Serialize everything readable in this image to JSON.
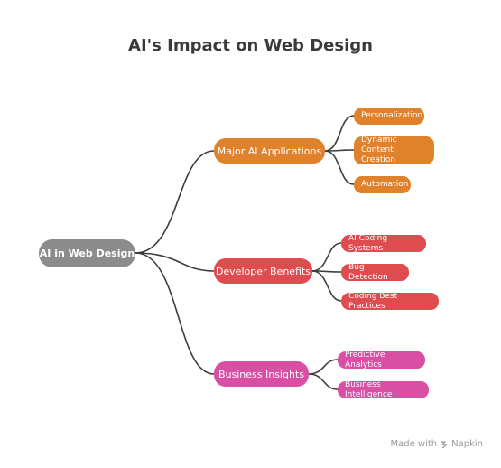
{
  "title": "AI's Impact on Web Design",
  "root": {
    "label": "AI in Web Design",
    "color": "#8c8c8c"
  },
  "branches": [
    {
      "label": "Major AI Applications",
      "color": "#e0812c",
      "children": [
        "Personalization",
        "Dynamic Content Creation",
        "Automation"
      ]
    },
    {
      "label": "Developer Benefits",
      "color": "#df4c4f",
      "children": [
        "AI Coding Systems",
        "Bug Detection",
        "Coding Best Practices"
      ]
    },
    {
      "label": "Business Insights",
      "color": "#d94fa3",
      "children": [
        "Predictive Analytics",
        "Business Intelligence"
      ]
    }
  ],
  "footer": {
    "prefix": "Made with",
    "brand": "Napkin",
    "brand_icon": "napkin-icon"
  }
}
